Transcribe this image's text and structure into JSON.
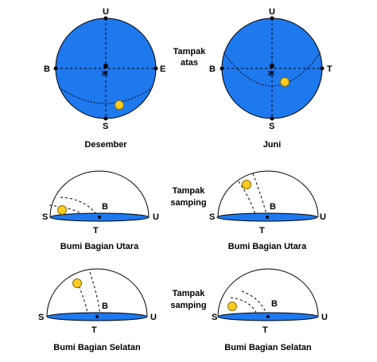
{
  "colors": {
    "globe": "#1e78ee",
    "disc": "#1e78ee",
    "sun": "#ffcc22",
    "sun_outline": "#8a6a00",
    "ink": "#000000"
  },
  "top_labels": {
    "line1": "Tampak",
    "line2": "atas"
  },
  "side_labels": {
    "line1": "Tampak",
    "line2": "samping"
  },
  "top_left": {
    "caption": "Desember",
    "north": "U",
    "south": "S",
    "west": "B",
    "east": "E"
  },
  "top_right": {
    "caption": "Juni",
    "north": "U",
    "south": "S",
    "west": "B",
    "east": "T"
  },
  "row2_left": {
    "caption": "Bumi Bagian Utara",
    "left": "S",
    "right": "U",
    "b": "B",
    "t": "T"
  },
  "row2_right": {
    "caption": "Bumi Bagian Utara",
    "left": "S",
    "right": "U",
    "b": "B",
    "t": "T"
  },
  "row3_left": {
    "caption": "Bumi Bagian Selatan",
    "left": "S",
    "right": "U",
    "b": "B",
    "t": "T"
  },
  "row3_right": {
    "caption": "Bumi Bagian Selatan",
    "left": "S",
    "right": "U",
    "b": "B",
    "t": "T"
  }
}
